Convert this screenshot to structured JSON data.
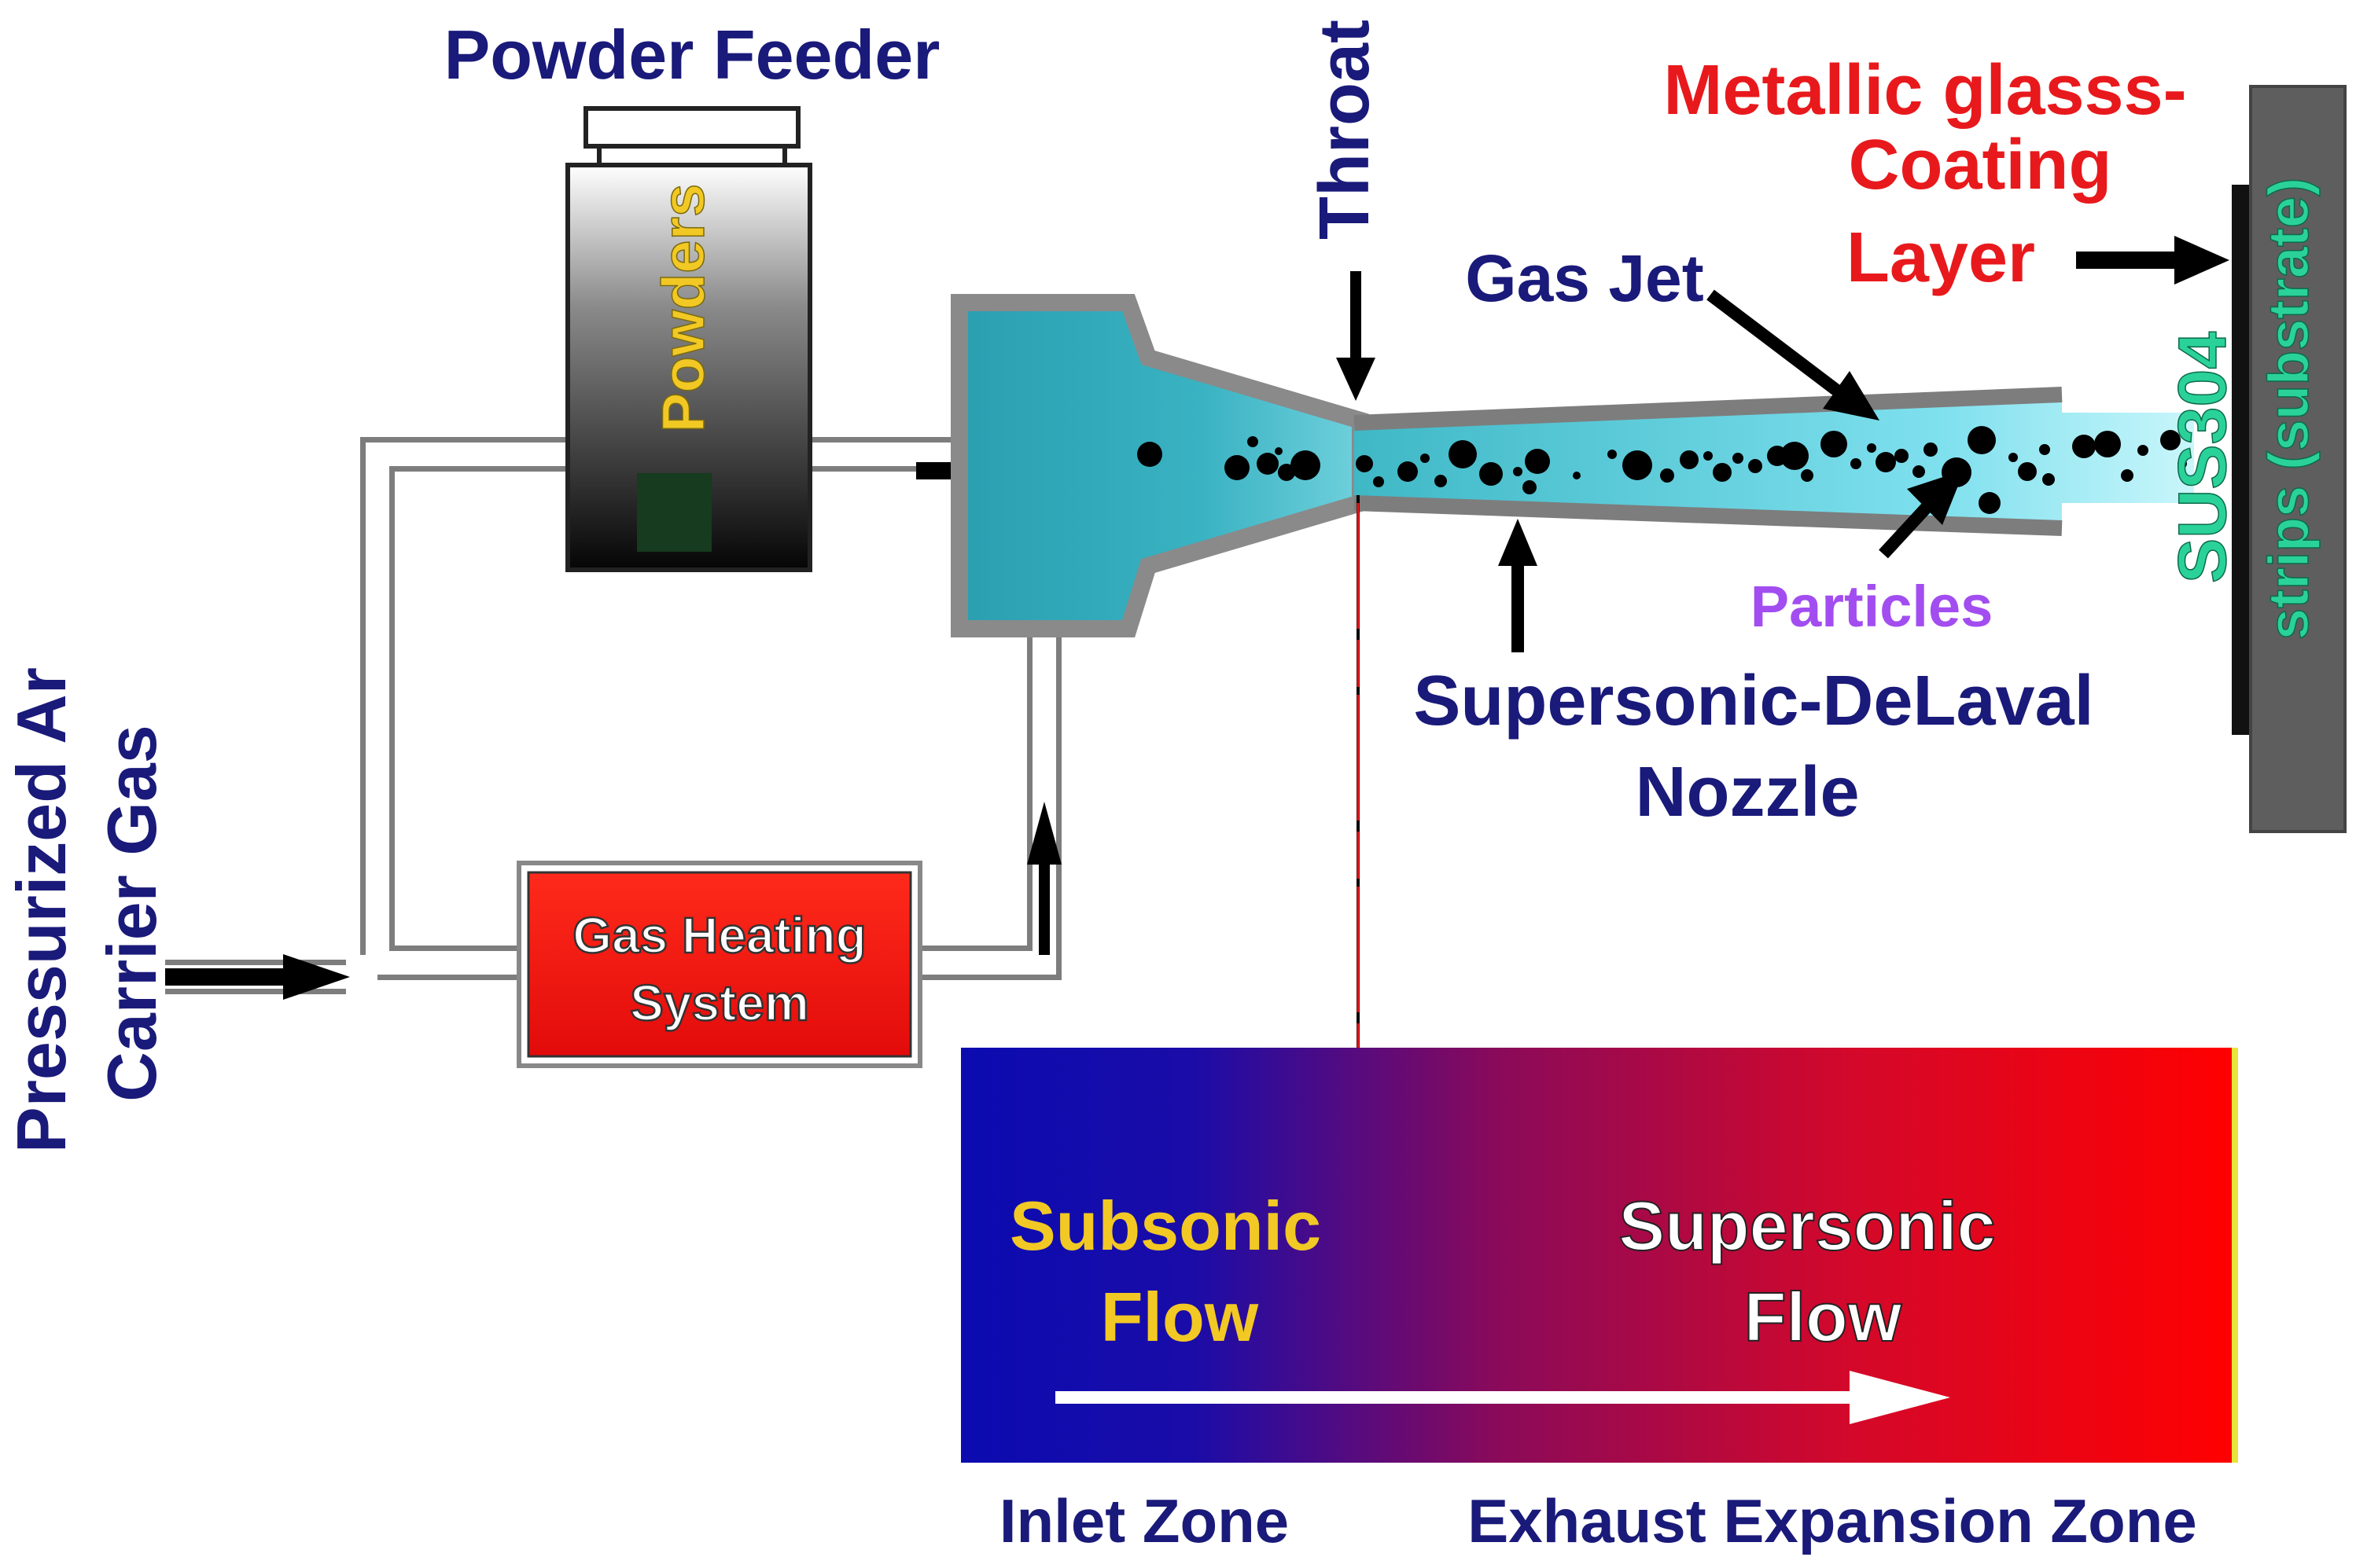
{
  "labels": {
    "powder_feeder": "Powder Feeder",
    "powders": "Powders",
    "throat": "Throat",
    "metallic_line1": "Metallic glasss-",
    "metallic_line2": "Coating",
    "metallic_line3": "Layer",
    "gas_jet": "Gas Jet",
    "particles": "Particles",
    "substrate_line1": "SUS304",
    "substrate_line2": "strips (substrate)",
    "nozzle_line1": "Supersonic-DeLaval",
    "nozzle_line2": "Nozzle",
    "gas_line1": "Pressurized Ar",
    "gas_line2": "Carrier Gas",
    "heater_line1": "Gas Heating",
    "heater_line2": "System",
    "subsonic_line1": "Subsonic",
    "subsonic_line2": "Flow",
    "supersonic_line1": "Supersonic",
    "supersonic_line2": "Flow",
    "inlet_zone": "Inlet Zone",
    "exhaust_zone": "Exhaust Expansion Zone"
  },
  "colors": {
    "navy_text": "#1a1a7a",
    "red_text": "#e8191c",
    "purple_text": "#a24df0",
    "gold_text": "#f2c824",
    "green_text": "#2ad29a",
    "heater_fill": "#ee1111",
    "nozzle_fill": "#2aa7b8",
    "nozzle_border": "#8a8a8a",
    "substrate_fill": "#5e5e5e",
    "gradient_start": "#0b0bb0",
    "gradient_end": "#ff0000"
  }
}
